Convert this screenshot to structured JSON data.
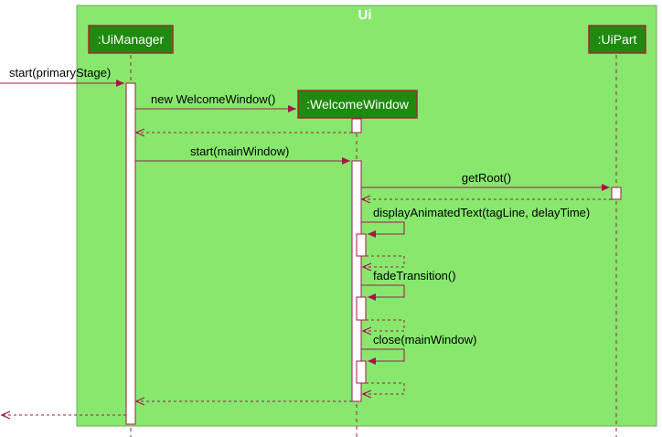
{
  "frame": {
    "title": "Ui"
  },
  "participants": {
    "ui_manager": ":UiManager",
    "welcome_window": ":WelcomeWindow",
    "ui_part": ":UiPart"
  },
  "messages": {
    "start_primary_stage": "start(primaryStage)",
    "new_welcome_window": "new WelcomeWindow()",
    "start_main_window": "start(mainWindow)",
    "get_root": "getRoot()",
    "display_animated_text": "displayAnimatedText(tagLine, delayTime)",
    "fade_transition": "fadeTransition()",
    "close_main_window": "close(mainWindow)"
  },
  "colors": {
    "frame_fill": "#87e86d",
    "frame_border": "#6fa85a",
    "box_fill": "#1f8a0f",
    "box_border": "#a32b2b",
    "arrow": "#a3174a",
    "activation_fill": "#ffffff",
    "lifeline": "#a3174a"
  }
}
